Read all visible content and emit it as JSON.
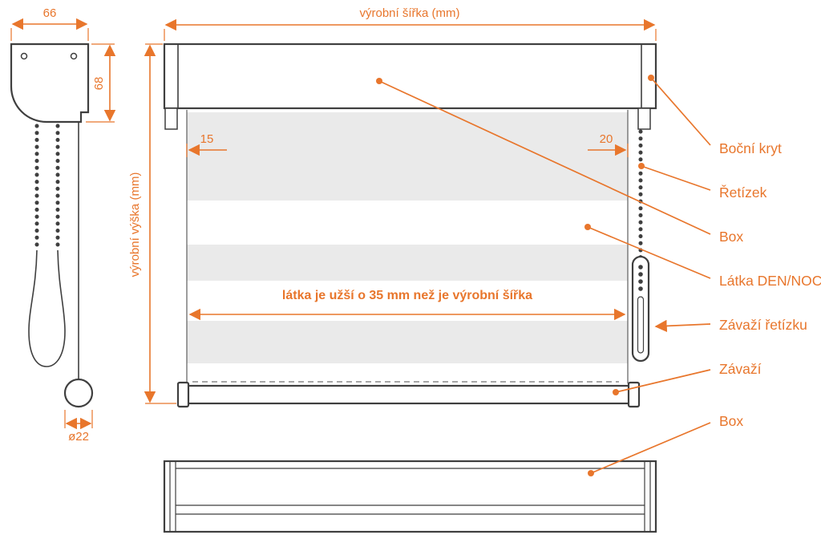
{
  "colors": {
    "accent": "#e8762c",
    "outline": "#3f3f3f",
    "stripe": "#eaeaea"
  },
  "side_view": {
    "width_dim": "66",
    "height_dim": "68",
    "ball_diameter_dim": "ø22"
  },
  "front_view": {
    "production_width_dim": "výrobní šířka (mm)",
    "production_height_dim": "výrobní výška (mm)",
    "left_fabric_offset_dim": "15",
    "right_fabric_offset_dim": "20",
    "fabric_note": "látka je užší o 35 mm než je výrobní šířka"
  },
  "callouts": [
    {
      "label": "Boční kryt"
    },
    {
      "label": "Řetízek"
    },
    {
      "label": "Box"
    },
    {
      "label": "Látka DEN/NOC"
    },
    {
      "label": "Závaží řetízku"
    },
    {
      "label": "Závaží"
    },
    {
      "label": "Box"
    }
  ]
}
